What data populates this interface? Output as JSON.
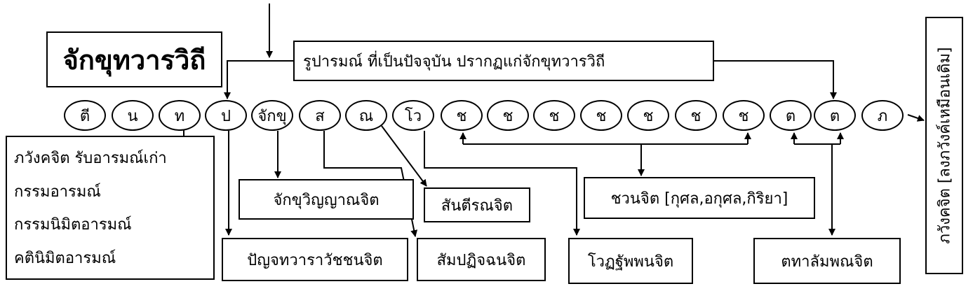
{
  "title": "จักขุทวารวิถี",
  "top_label": "รูปารมณ์ ที่เป็นปัจจุบัน ปรากฏแก่จักขุทวารวิถี",
  "left_box": [
    "ภวังคจิต รับอารมณ์เก่า",
    "กรรมอารมณ์",
    "กรรมนิมิตอารมณ์",
    "คตินิมิตอารมณ์"
  ],
  "circles": [
    "ตี",
    "น",
    "ท",
    "ป",
    "จักขุ",
    "ส",
    "ณ",
    "โว",
    "ช",
    "ช",
    "ช",
    "ช",
    "ช",
    "ช",
    "ช",
    "ต",
    "ต",
    "ภ"
  ],
  "labels": {
    "chakkhu_vinnana": "จักขุวิญญาณจิต",
    "santirana": "สันตีรณจิต",
    "javana": "ชวนจิต [กุศล,อกุศล,กิริยา]",
    "panca_dvara": "ปัญจทวาราวัชชนจิต",
    "sampaticchana": "สัมปฏิจฉนจิต",
    "votthappana": "โวฏฐัพพนจิต",
    "tadalambana": "ตทาลัมพณจิต"
  },
  "vertical_label": "ภวังคจิต [ลงภวังค์เหมือนเดิม]"
}
